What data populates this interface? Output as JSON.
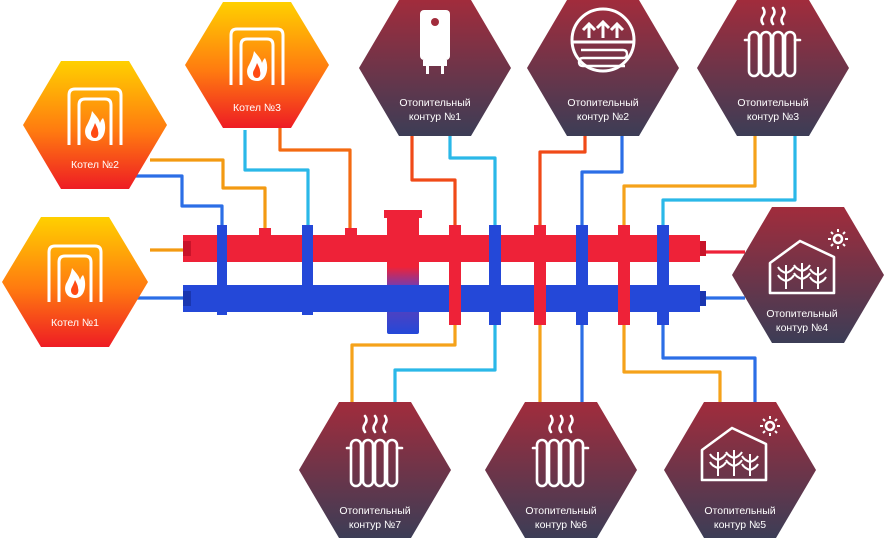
{
  "boilers": [
    {
      "label": "Котел №1",
      "icon": "boiler-flame-icon"
    },
    {
      "label": "Котел №2",
      "icon": "boiler-flame-icon"
    },
    {
      "label": "Котел №3",
      "icon": "boiler-flame-icon"
    }
  ],
  "circuits": [
    {
      "line1": "Отопительный",
      "line2": "контур №1",
      "icon": "water-heater-icon"
    },
    {
      "line1": "Отопительный",
      "line2": "контур №2",
      "icon": "underfloor-heating-icon"
    },
    {
      "line1": "Отопительный",
      "line2": "контур №3",
      "icon": "radiator-icon"
    },
    {
      "line1": "Отопительный",
      "line2": "контур №4",
      "icon": "greenhouse-icon"
    },
    {
      "line1": "Отопительный",
      "line2": "контур №5",
      "icon": "greenhouse-icon"
    },
    {
      "line1": "Отопительный",
      "line2": "контур №6",
      "icon": "radiator-icon"
    },
    {
      "line1": "Отопительный",
      "line2": "контур №7",
      "icon": "radiator-icon"
    }
  ],
  "colors": {
    "hot": "#ee2238",
    "cold": "#2448d8",
    "supply_pipe": "#f39a12",
    "return_pipe": "#2ab8e8",
    "boiler_hex_top": "#ffd000",
    "boiler_hex_bottom": "#ee1c24",
    "circuit_hex_top": "#a12c3c",
    "circuit_hex_bottom": "#3c3d56"
  }
}
